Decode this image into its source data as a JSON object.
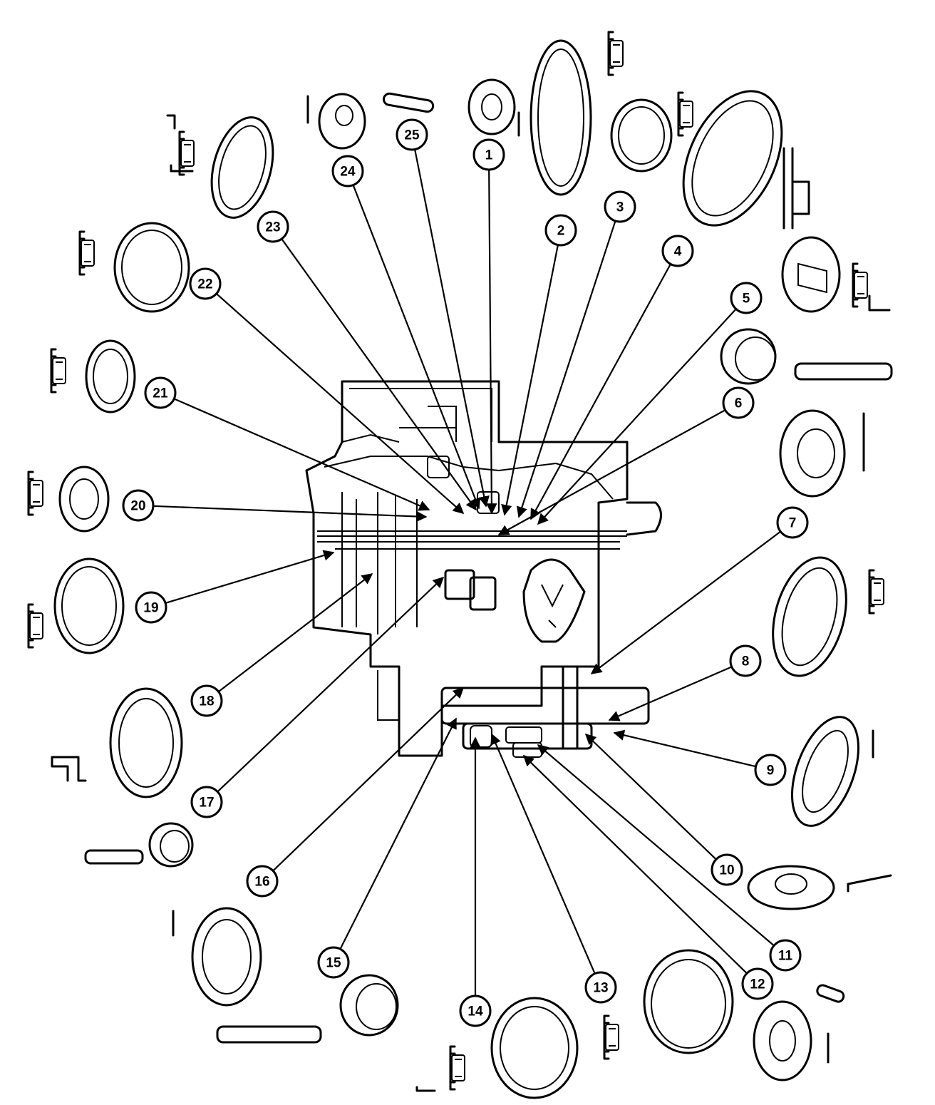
{
  "callouts": [
    {
      "label": "1"
    },
    {
      "label": "2"
    },
    {
      "label": "3"
    },
    {
      "label": "4"
    },
    {
      "label": "5"
    },
    {
      "label": "6"
    },
    {
      "label": "7"
    },
    {
      "label": "8"
    },
    {
      "label": "9"
    },
    {
      "label": "10"
    },
    {
      "label": "11"
    },
    {
      "label": "12"
    },
    {
      "label": "13"
    },
    {
      "label": "14"
    },
    {
      "label": "15"
    },
    {
      "label": "16"
    },
    {
      "label": "17"
    },
    {
      "label": "18"
    },
    {
      "label": "19"
    },
    {
      "label": "20"
    },
    {
      "label": "21"
    },
    {
      "label": "22"
    },
    {
      "label": "23"
    },
    {
      "label": "24"
    },
    {
      "label": "25"
    }
  ],
  "colors": {
    "line": "#000000",
    "background": "#ffffff"
  }
}
